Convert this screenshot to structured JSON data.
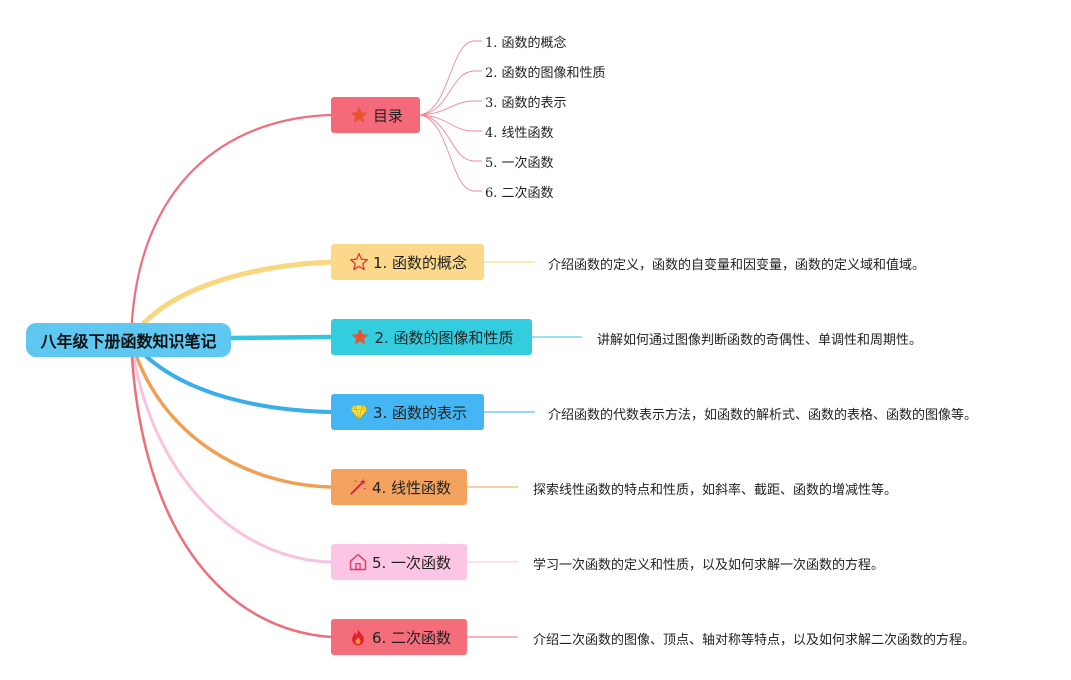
{
  "root": {
    "title": "八年级下册函数知识笔记"
  },
  "toc": {
    "label": "目录",
    "icon": "star-icon",
    "color": "#f56a7a",
    "items": [
      "1. 函数的概念",
      "2. 函数的图像和性质",
      "3. 函数的表示",
      "4. 线性函数",
      "5. 一次函数",
      "6. 二次函数"
    ]
  },
  "branches": [
    {
      "label": "1. 函数的概念",
      "icon": "star-outline-icon",
      "color": "#fcd98a",
      "line": "#f8d77f",
      "note": "介绍函数的定义，函数的自变量和因变量，函数的定义域和值域。"
    },
    {
      "label": "2. 函数的图像和性质",
      "icon": "star-icon",
      "color": "#34cde0",
      "line": "#34c6dc",
      "note": "讲解如何通过图像判断函数的奇偶性、单调性和周期性。"
    },
    {
      "label": "3. 函数的表示",
      "icon": "diamond-icon",
      "color": "#43b6f3",
      "line": "#3aaee9",
      "note": "介绍函数的代数表示方法，如函数的解析式、函数的表格、函数的图像等。"
    },
    {
      "label": "4. 线性函数",
      "icon": "magic-wand-icon",
      "color": "#f4a35e",
      "line": "#f0a055",
      "note": "探索线性函数的特点和性质，如斜率、截距、函数的增减性等。"
    },
    {
      "label": "5. 一次函数",
      "icon": "home-icon",
      "color": "#fcc5e3",
      "line": "#f9c3df",
      "note": "学习一次函数的定义和性质，以及如何求解一次函数的方程。"
    },
    {
      "label": "6. 二次函数",
      "icon": "fire-icon",
      "color": "#f46d7a",
      "line": "#ee6e7a",
      "note": "介绍二次函数的图像、顶点、轴对称等特点，以及如何求解二次函数的方程。"
    }
  ]
}
